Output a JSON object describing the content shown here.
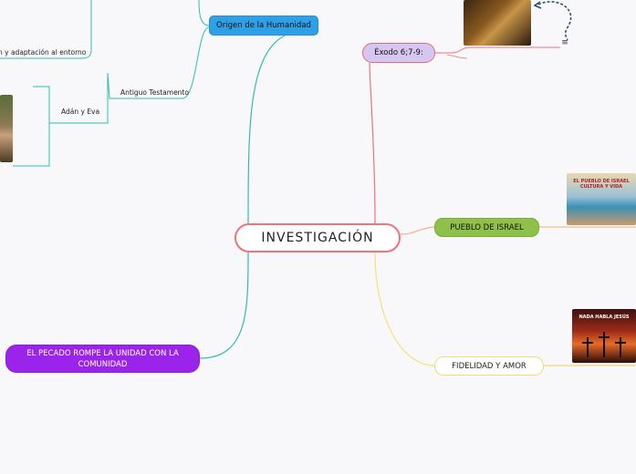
{
  "central": {
    "label": "INVESTIGACIÓN"
  },
  "topics": {
    "origen": "Origen de la Humanidad",
    "exodo": "Éxodo 6;7-9:",
    "pueblo": "PUEBLO DE ISRAEL",
    "fidelidad": "FIDELIDAD Y AMOR",
    "pecado": "EL PECADO ROMPE LA UNIDAD CON LA COMUNIDAD"
  },
  "subtopics": {
    "antiguo": "Antiguo Testamento",
    "adan": "Adán y Eva",
    "adaptacion": "n y adaptación al entorno"
  },
  "image_texts": {
    "pueblo": "EL PUEBLO DE ISRAEL CULTURA Y VIDA",
    "fidelidad": "NADA HABLA JESÚS"
  },
  "icons": {
    "note": "note-icon",
    "relationship": "curved-arrow-icon"
  },
  "colors": {
    "central_border": "#f2717a",
    "origen": "#2ea0e8",
    "exodo": "#d7c6f0",
    "pueblo": "#8ec04a",
    "fidelidad_border": "#f2dd7a",
    "pecado": "#9a24ea",
    "teal_line": "#2bbfb0"
  }
}
